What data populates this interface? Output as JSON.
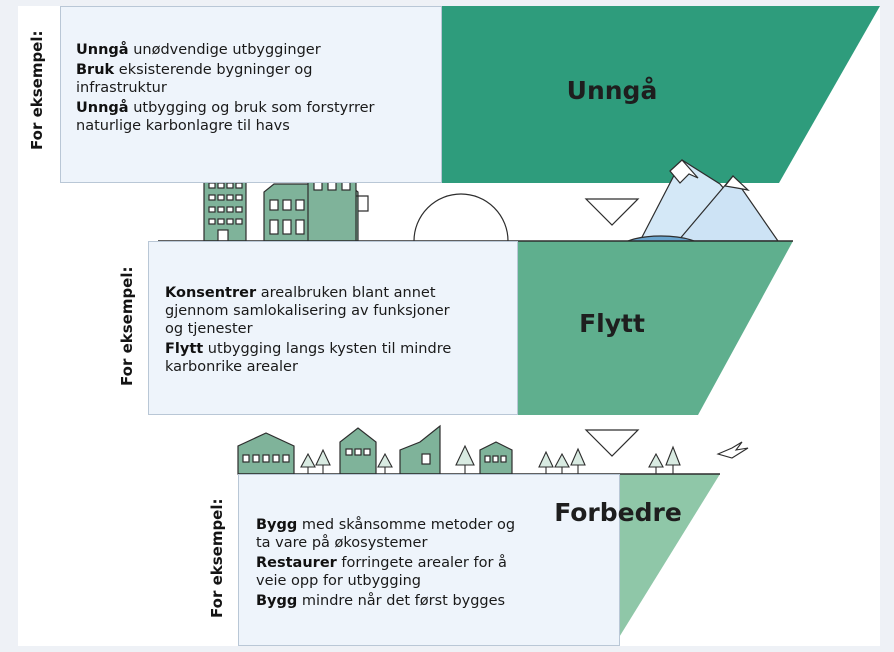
{
  "sections": [
    {
      "id": "avoid",
      "side_label": "For eksempel:",
      "title": "Unngå",
      "color": "#2e9c7c",
      "items": [
        {
          "bold": "Unngå",
          "text": " unødvendige utbygginger"
        },
        {
          "bold": "Bruk",
          "text": " eksisterende bygninger og infrastruktur"
        },
        {
          "bold": "Unngå",
          "text": " utbygging og bruk som forstyrrer naturlige karbonlagre til havs"
        }
      ]
    },
    {
      "id": "move",
      "side_label": "For eksempel:",
      "title": "Flytt",
      "color": "#5faf8e",
      "items": [
        {
          "bold": "Konsentrer",
          "text": " arealbruken blant annet gjennom samlokalisering av funksjoner og tjenester"
        },
        {
          "bold": "Flytt",
          "text": " utbygging langs kysten til mindre karbonrike arealer"
        }
      ]
    },
    {
      "id": "improve",
      "side_label": "For eksempel:",
      "title": "Forbedre",
      "color": "#8fc7a8",
      "items": [
        {
          "bold": "Bygg",
          "text": " med skånsomme metoder og ta vare på økosystemer"
        },
        {
          "bold": "Restaurer",
          "text": " forringete arealer for å veie opp for utbygging"
        },
        {
          "bold": "Bygg",
          "text": " mindre når det først bygges"
        }
      ]
    }
  ],
  "colors": {
    "outline": "#2d2d2d",
    "panel_bg": "#eef4fb",
    "building": "#7fb39a",
    "water": "#6aa6cf",
    "ice": "#d4e8f7"
  }
}
